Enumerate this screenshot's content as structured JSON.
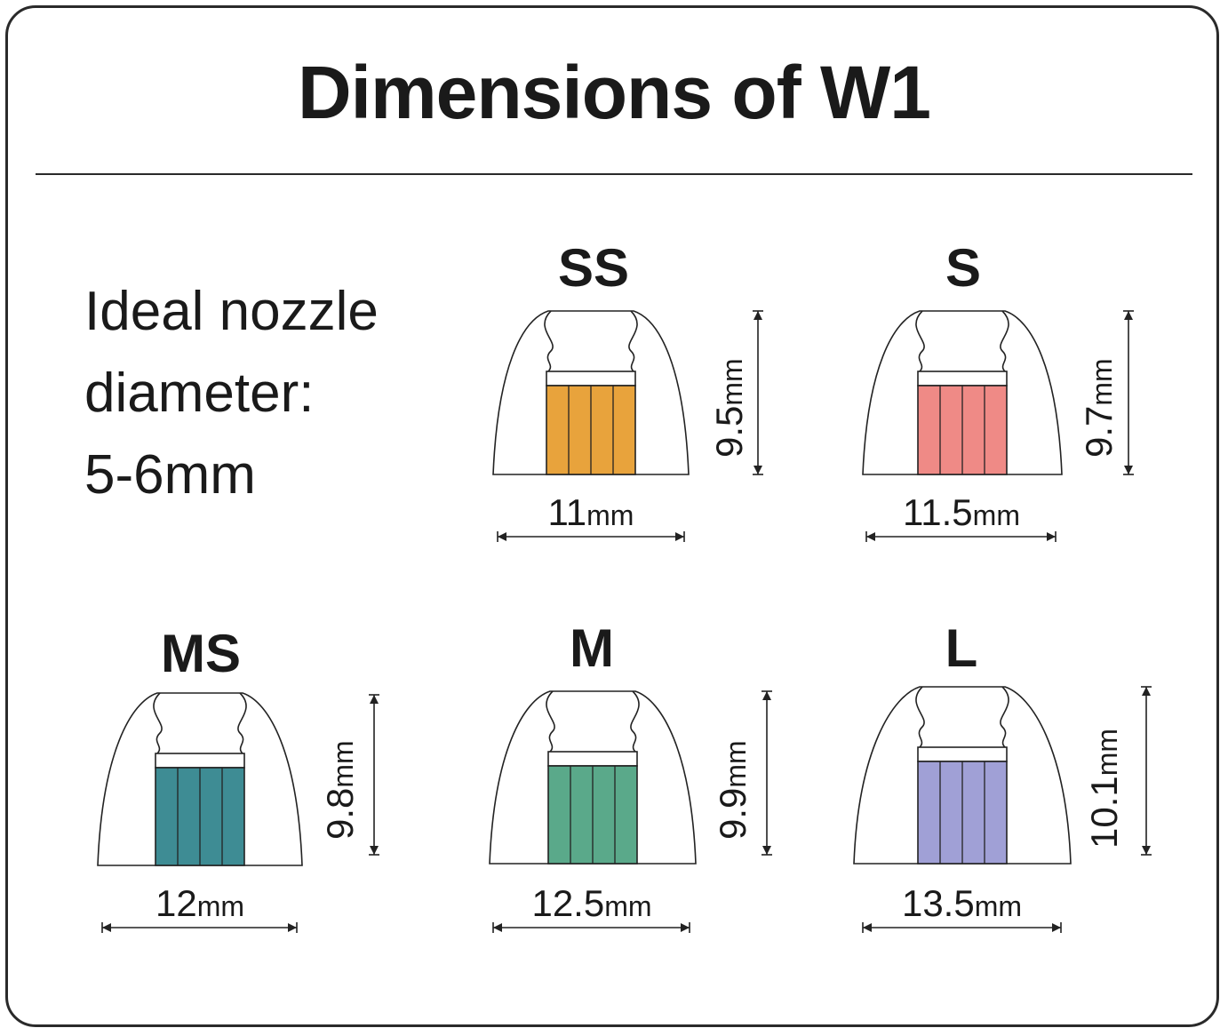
{
  "title": "Dimensions of W1",
  "nozzle": {
    "line1": "Ideal nozzle",
    "line2": "diameter:",
    "line3": "5-6mm"
  },
  "tips": [
    {
      "size": "SS",
      "width_value": "11",
      "width_unit": "mm",
      "height_value": "9.5",
      "height_unit": "mm",
      "color": "#e8a33c"
    },
    {
      "size": "S",
      "width_value": "11.5",
      "width_unit": "mm",
      "height_value": "9.7",
      "height_unit": "mm",
      "color": "#ef8a86"
    },
    {
      "size": "MS",
      "width_value": "12",
      "width_unit": "mm",
      "height_value": "9.8",
      "height_unit": "mm",
      "color": "#3e8c94"
    },
    {
      "size": "M",
      "width_value": "12.5",
      "width_unit": "mm",
      "height_value": "9.9",
      "height_unit": "mm",
      "color": "#5aa98a"
    },
    {
      "size": "L",
      "width_value": "13.5",
      "width_unit": "mm",
      "height_value": "10.1",
      "height_unit": "mm",
      "color": "#a0a0d6"
    }
  ]
}
